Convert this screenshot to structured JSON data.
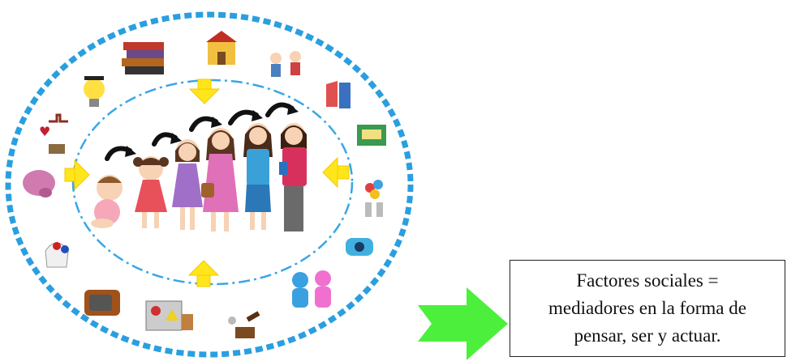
{
  "colors": {
    "outer_ring": "#2a9fe0",
    "inner_ring": "#3aa6e6",
    "arrow_in": "#ffe61a",
    "arrow_in_edge": "#f5c800",
    "growth_arrow": "#111111",
    "big_arrow": "#4cf03c",
    "caption_border": "#222222"
  },
  "icons": [
    "books-icon",
    "school-building-icon",
    "children-couple-icon",
    "clothing-icon",
    "graduate-lightbulb-icon",
    "religion-icon",
    "church-sign-icon",
    "brain-icon",
    "balloons-people-icon",
    "hands-icon",
    "radio-icon",
    "silhouettes-icon",
    "television-icon",
    "traffic-signs-icon",
    "justice-icon"
  ],
  "people": [
    {
      "stage": "baby",
      "dress": "#f4a8b8"
    },
    {
      "stage": "girl",
      "dress": "#e8505a"
    },
    {
      "stage": "child",
      "dress": "#a070c8"
    },
    {
      "stage": "teen",
      "dress": "#e070b8"
    },
    {
      "stage": "young-woman",
      "dress": "#3aa0d8"
    },
    {
      "stage": "woman",
      "dress": "#d8305c"
    }
  ],
  "caption": {
    "text": "Factores sociales =\nmediadores en la forma de\npensar, ser y actuar."
  }
}
